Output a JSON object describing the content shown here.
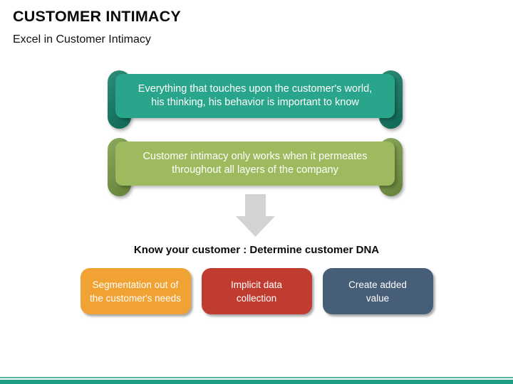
{
  "header": {
    "title": "CUSTOMER INTIMACY",
    "subtitle": "Excel in Customer Intimacy"
  },
  "ribbons": [
    {
      "name": "teal-ribbon",
      "lines": [
        "Everything that touches upon the customer's world,",
        "his thinking, his behavior is important to know"
      ],
      "body_color": "#29A58B",
      "end_color": "#16806A"
    },
    {
      "name": "green-ribbon",
      "lines": [
        "Customer intimacy only works when it permeates",
        "throughout all layers of the company"
      ],
      "body_color": "#9DBB5E",
      "end_color": "#7DA04A"
    }
  ],
  "arrow": {
    "color": "#D3D3D3"
  },
  "heading": "Know your customer : Determine customer DNA",
  "boxes": [
    {
      "lines": [
        "Segmentation out of",
        "the customer's needs"
      ],
      "color": "#F0A232"
    },
    {
      "lines": [
        "Implicit data",
        "collection"
      ],
      "color": "#C03C30"
    },
    {
      "lines": [
        "Create added",
        "value"
      ],
      "color": "#475E78"
    }
  ],
  "footer": {
    "line_color": "#53B8A3",
    "bar_color": "#1F9E85"
  }
}
